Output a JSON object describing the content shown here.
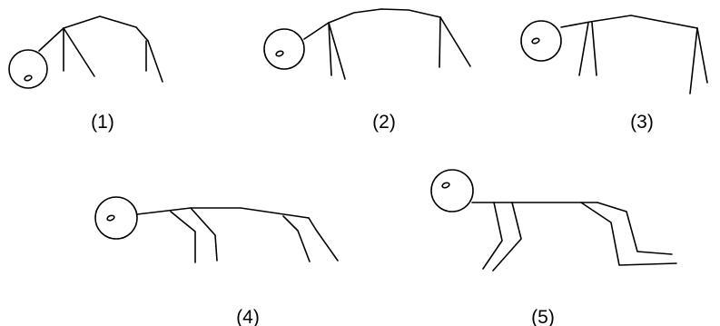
{
  "figure": {
    "panels": [
      {
        "label": "(1)"
      },
      {
        "label": "(2)"
      },
      {
        "label": "(3)"
      },
      {
        "label": "(4)"
      },
      {
        "label": "(5)"
      }
    ]
  }
}
